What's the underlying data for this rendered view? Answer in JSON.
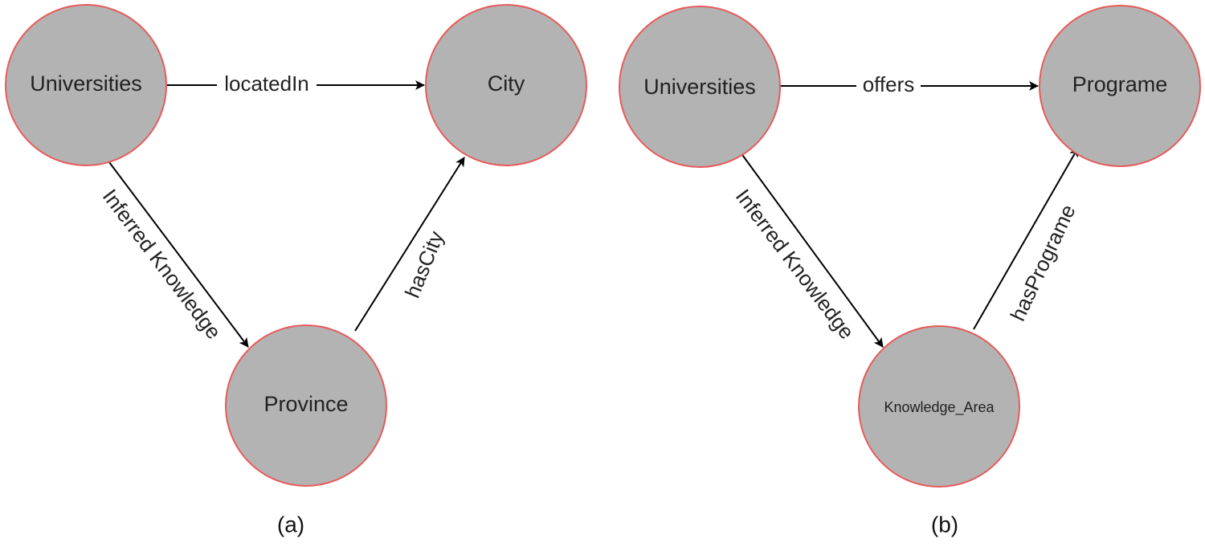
{
  "colors": {
    "node_fill": "#b3b3b3",
    "node_stroke": "#e85a5a",
    "edge": "#000000",
    "text": "#222222"
  },
  "panel_a": {
    "caption": "(a)",
    "nodes": {
      "universities": "Universities",
      "city": "City",
      "province": "Province"
    },
    "edges": {
      "located_in": "locatedIn",
      "inferred": "Inferred Knowledge",
      "has_city": "hasCity"
    }
  },
  "panel_b": {
    "caption": "(b)",
    "nodes": {
      "universities": "Universities",
      "programe": "Programe",
      "knowledge_area": "Knowledge_Area"
    },
    "edges": {
      "offers": "offers",
      "inferred": "Inferred Knowledge",
      "has_programe": "hasPrograme"
    }
  }
}
